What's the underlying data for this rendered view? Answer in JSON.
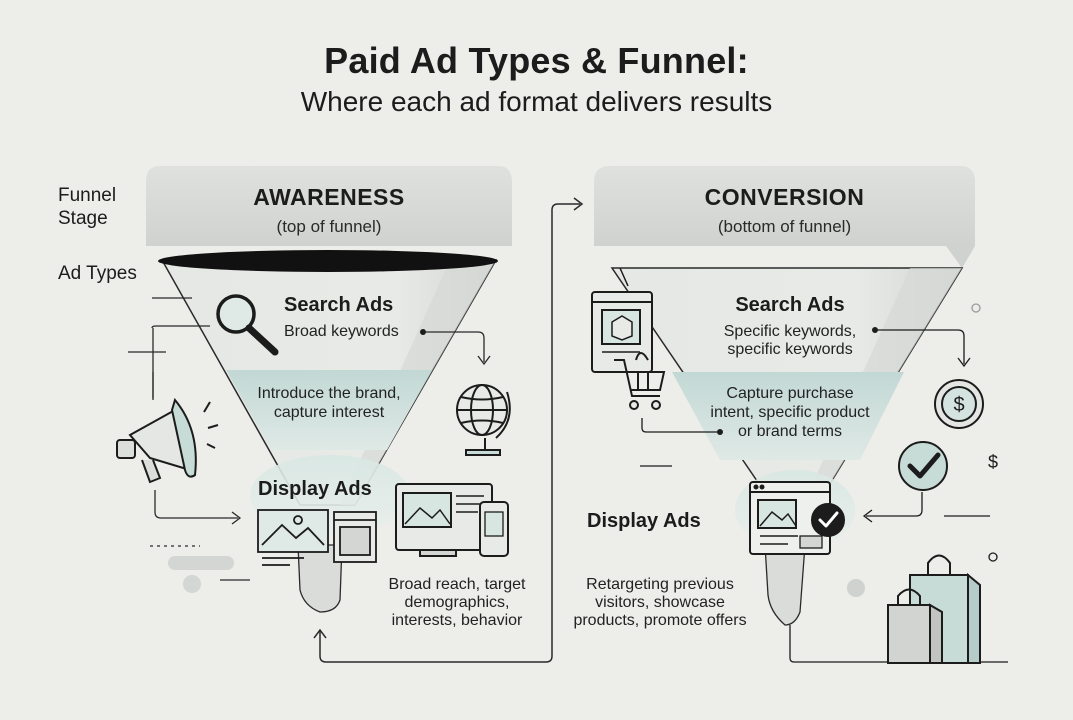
{
  "header": {
    "title": "Paid Ad Types & Funnel:",
    "subtitle": "Where each ad format delivers results"
  },
  "row_labels": {
    "funnel_stage_line1": "Funnel",
    "funnel_stage_line2": "Stage",
    "ad_types": "Ad Types"
  },
  "colors": {
    "background": "#ededea",
    "banner_fill": "#d6d8d5",
    "funnel_fill": "#e4e6e3",
    "accent_teal": "#c7ddd9",
    "ink": "#1c1c1c"
  },
  "awareness": {
    "stage_title": "AWARENESS",
    "stage_sub": "(top of funnel)",
    "search_ads": {
      "title": "Search Ads",
      "desc": "Broad keywords"
    },
    "stage_goal_line1": "Introduce the brand,",
    "stage_goal_line2": "capture interest",
    "display_ads": {
      "title": "Display Ads"
    },
    "display_note_line1": "Broad reach, target",
    "display_note_line2": "demographics,",
    "display_note_line3": "interests, behavior"
  },
  "conversion": {
    "stage_title": "CONVERSION",
    "stage_sub": "(bottom of funnel)",
    "search_ads": {
      "title": "Search Ads",
      "desc_line1": "Specific keywords,",
      "desc_line2": "specific keywords"
    },
    "stage_goal_line1": "Capture purchase",
    "stage_goal_line2": "intent, specific product",
    "stage_goal_line3": "or brand terms",
    "display_ads": {
      "title": "Display Ads"
    },
    "display_note_line1": "Retargeting previous",
    "display_note_line2": "visitors, showcase",
    "display_note_line3": "products, promote offers"
  },
  "icons": {
    "magnifier": "search-icon",
    "megaphone": "megaphone-icon",
    "globe": "globe-icon",
    "display_banner": "image-ad-icon",
    "devices": "devices-icon",
    "product_window": "product-page-icon",
    "cart": "shopping-cart-icon",
    "dollar_coin": "dollar-coin-icon",
    "checkmark": "checkmark-icon",
    "shopping_bags": "shopping-bags-icon"
  }
}
